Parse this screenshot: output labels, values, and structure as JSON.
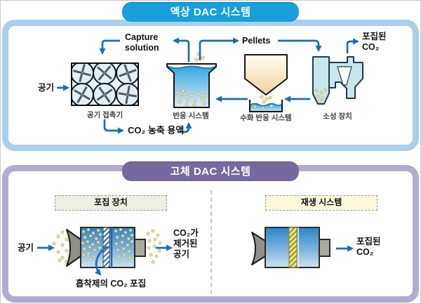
{
  "colors": {
    "liquid_accent": "#189fdc",
    "liquid_border": "#aacfec",
    "solid_accent": "#77699e",
    "solid_border": "#b2aacf",
    "arrow": "#1b6cb4",
    "capture_label_bg": "#efeee2",
    "regen_label_bg": "#fbf8d8"
  },
  "liquid_panel": {
    "title": "액상 DAC 시스템",
    "air_in": "공기",
    "air_contactor": "공기 접촉기",
    "capture_solution": "Capture\nsolution",
    "pellets": "Pellets",
    "captured_co2": "포집된\nCO₂",
    "reaction_system": "반응 시스템",
    "hydration_system": "수화 반응 시스템",
    "calciner": "소성 장치",
    "co2_solution": "CO₂ 농축 용액"
  },
  "solid_panel": {
    "title": "고체 DAC 시스템",
    "capture_unit": "포집 장치",
    "regen_system": "재생 시스템",
    "air_in": "공기",
    "co2_removed_air": "CO₂가\n제거된\n공기",
    "adsorbent_capture": "흡착제의 CO₂ 포집",
    "captured_co2": "포집된\nCO₂"
  }
}
